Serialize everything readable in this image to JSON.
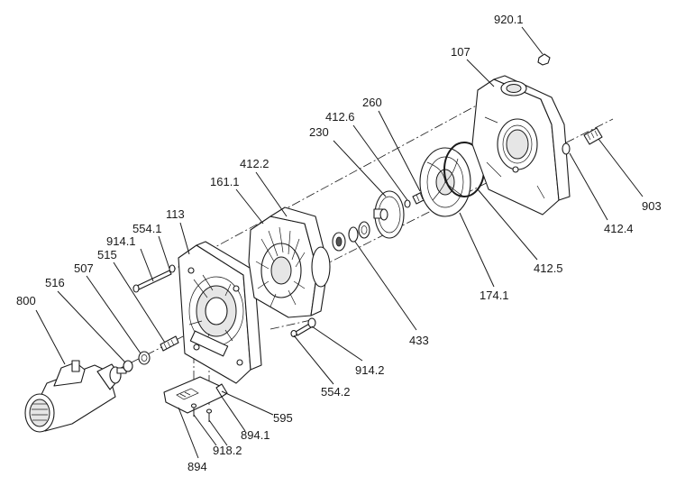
{
  "labels": {
    "l800": "800",
    "l516": "516",
    "l507": "507",
    "l515": "515",
    "l914_1": "914.1",
    "l554_1": "554.1",
    "l113": "113",
    "l161_1": "161.1",
    "l412_2": "412.2",
    "l230": "230",
    "l412_6": "412.6",
    "l260": "260",
    "l107": "107",
    "l920_1": "920.1",
    "l903": "903",
    "l412_4": "412.4",
    "l412_5": "412.5",
    "l174_1": "174.1",
    "l433": "433",
    "l914_2": "914.2",
    "l554_2": "554.2",
    "l595": "595",
    "l894_1": "894.1",
    "l918_2": "918.2",
    "l894": "894"
  }
}
